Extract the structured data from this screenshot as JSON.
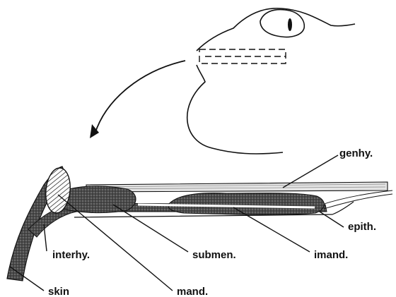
{
  "labels": {
    "genhy": "genhy.",
    "epith": "epith.",
    "imand": "imand.",
    "submen": "submen.",
    "interhy": "interhy.",
    "skin": "skin",
    "mand": "mand."
  },
  "colors": {
    "ink": "#111111",
    "stipple_dark": "#3a3a3a",
    "fiber": "#d8d8d8",
    "paper": "#ffffff"
  }
}
